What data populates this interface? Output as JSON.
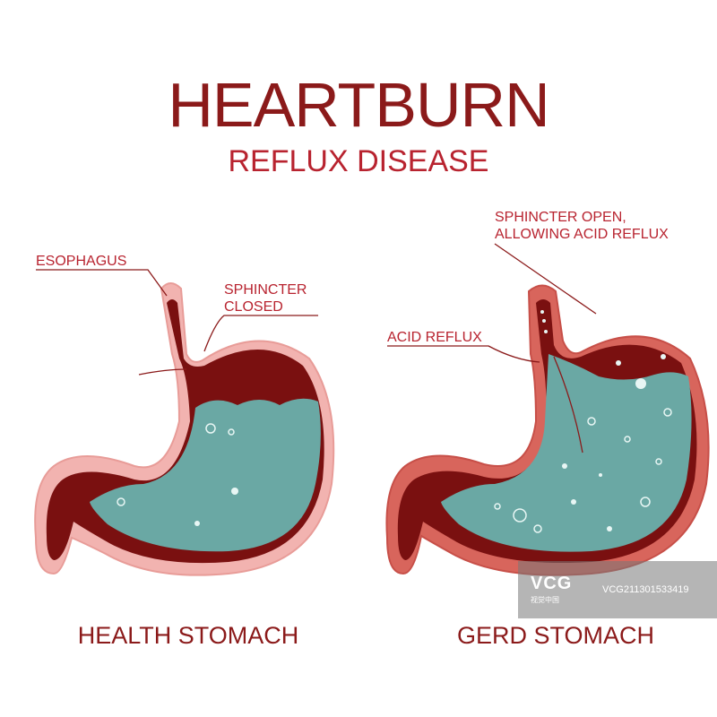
{
  "title": "HEARTBURN",
  "subtitle": "REFLUX DISEASE",
  "labels": {
    "esophagus": "ESOPHAGUS",
    "sphincter_closed_line1": "SPHINCTER",
    "sphincter_closed_line2": "CLOSED",
    "sphincter_open_line1": "SPHINCTER OPEN,",
    "sphincter_open_line2": "ALLOWING ACID REFLUX",
    "acid_reflux": "ACID REFLUX"
  },
  "captions": {
    "healthy": "HEALTH STOMACH",
    "gerd": "GERD STOMACH"
  },
  "watermark": {
    "logo": "VCG",
    "logo_sub": "视觉中国",
    "id": "VCG211301533419"
  },
  "colors": {
    "title": "#8b1a1a",
    "label": "#b8232f",
    "wall_outer_healthy": "#f2b3b0",
    "wall_outer_gerd": "#d8655c",
    "wall_muscle": "#7a1010",
    "acid": "#6aa8a4"
  }
}
